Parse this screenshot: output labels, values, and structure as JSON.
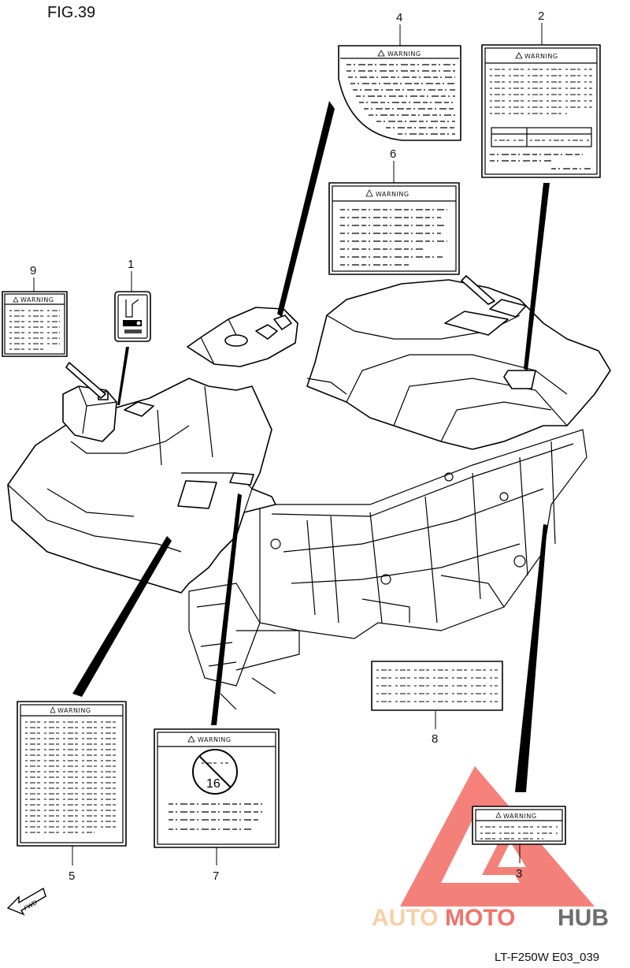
{
  "figure": {
    "title": "FIG.39",
    "footer_code": "LT-F250W E03_039"
  },
  "labels": {
    "warning_text": "WARNING",
    "age_sign_text": "16",
    "fwd_text": "FWD"
  },
  "callouts": [
    "1",
    "2",
    "3",
    "4",
    "5",
    "6",
    "7",
    "8",
    "9"
  ],
  "watermark": {
    "part1": "AUTO",
    "part2": "MOTO",
    "part3": "HUB",
    "color_auto": "#f5c89a",
    "color_moto": "#f05a50",
    "color_hub": "#555555",
    "triangle_color": "#f36b63"
  }
}
